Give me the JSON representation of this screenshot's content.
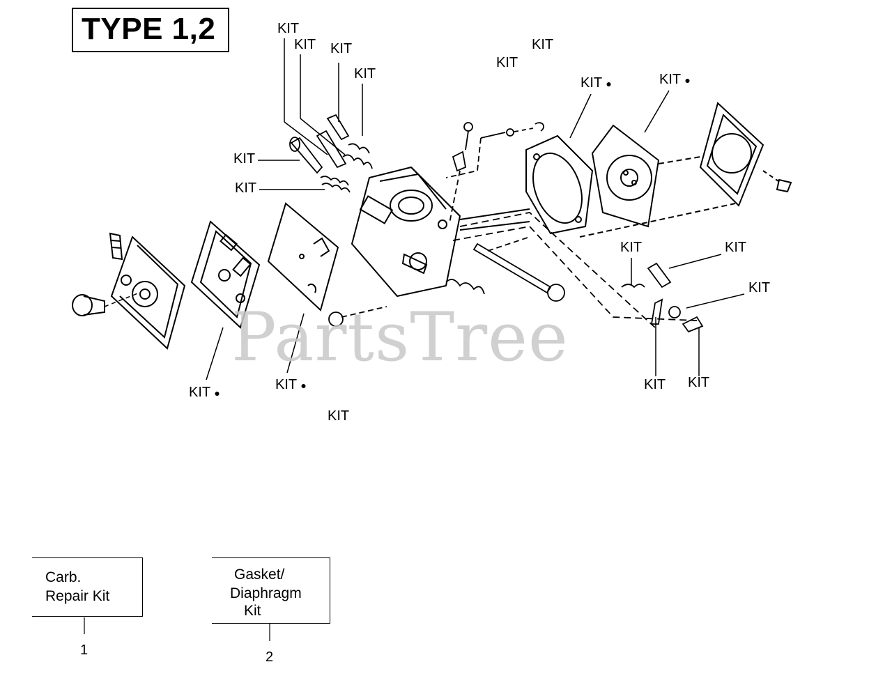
{
  "title": "TYPE 1,2",
  "watermark": "PartsTree",
  "kit_label": "KIT",
  "bullet": "●",
  "legend": {
    "kit1_line1": "Carb.",
    "kit1_line2": "Repair Kit",
    "kit1_number": "1",
    "kit2_line1": "Gasket/",
    "kit2_line2": "Diaphragm",
    "kit2_line3": "Kit",
    "kit2_number": "2"
  },
  "icons": [
    "bullet-dot-icon"
  ],
  "colors": {
    "line": "#000000",
    "watermark": "#c8c8c8",
    "background": "#ffffff"
  }
}
